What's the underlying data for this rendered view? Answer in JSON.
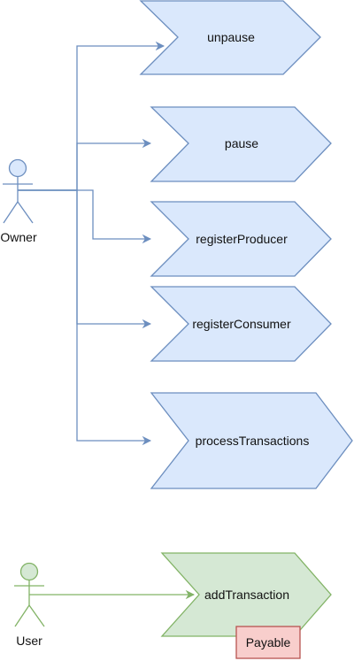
{
  "diagram": {
    "actors": [
      {
        "id": "owner",
        "label": "Owner",
        "color": "#6c8ebf",
        "fill": "#dae8fc"
      },
      {
        "id": "user",
        "label": "User",
        "color": "#82b366",
        "fill": "#d5e8d4"
      }
    ],
    "functions": [
      {
        "id": "unpause",
        "label": "unpause",
        "actor": "owner"
      },
      {
        "id": "pause",
        "label": "pause",
        "actor": "owner"
      },
      {
        "id": "registerProducer",
        "label": "registerProducer",
        "actor": "owner"
      },
      {
        "id": "registerConsumer",
        "label": "registerConsumer",
        "actor": "owner"
      },
      {
        "id": "processTransactions",
        "label": "processTransactions",
        "actor": "owner"
      },
      {
        "id": "addTransaction",
        "label": "addTransaction",
        "actor": "user"
      }
    ],
    "badge": {
      "label": "Payable",
      "attached_to": "addTransaction",
      "fill": "#f8cecc",
      "stroke": "#b85450"
    },
    "colors": {
      "owner_fill": "#dae8fc",
      "owner_stroke": "#6c8ebf",
      "user_fill": "#d5e8d4",
      "user_stroke": "#82b366"
    }
  }
}
